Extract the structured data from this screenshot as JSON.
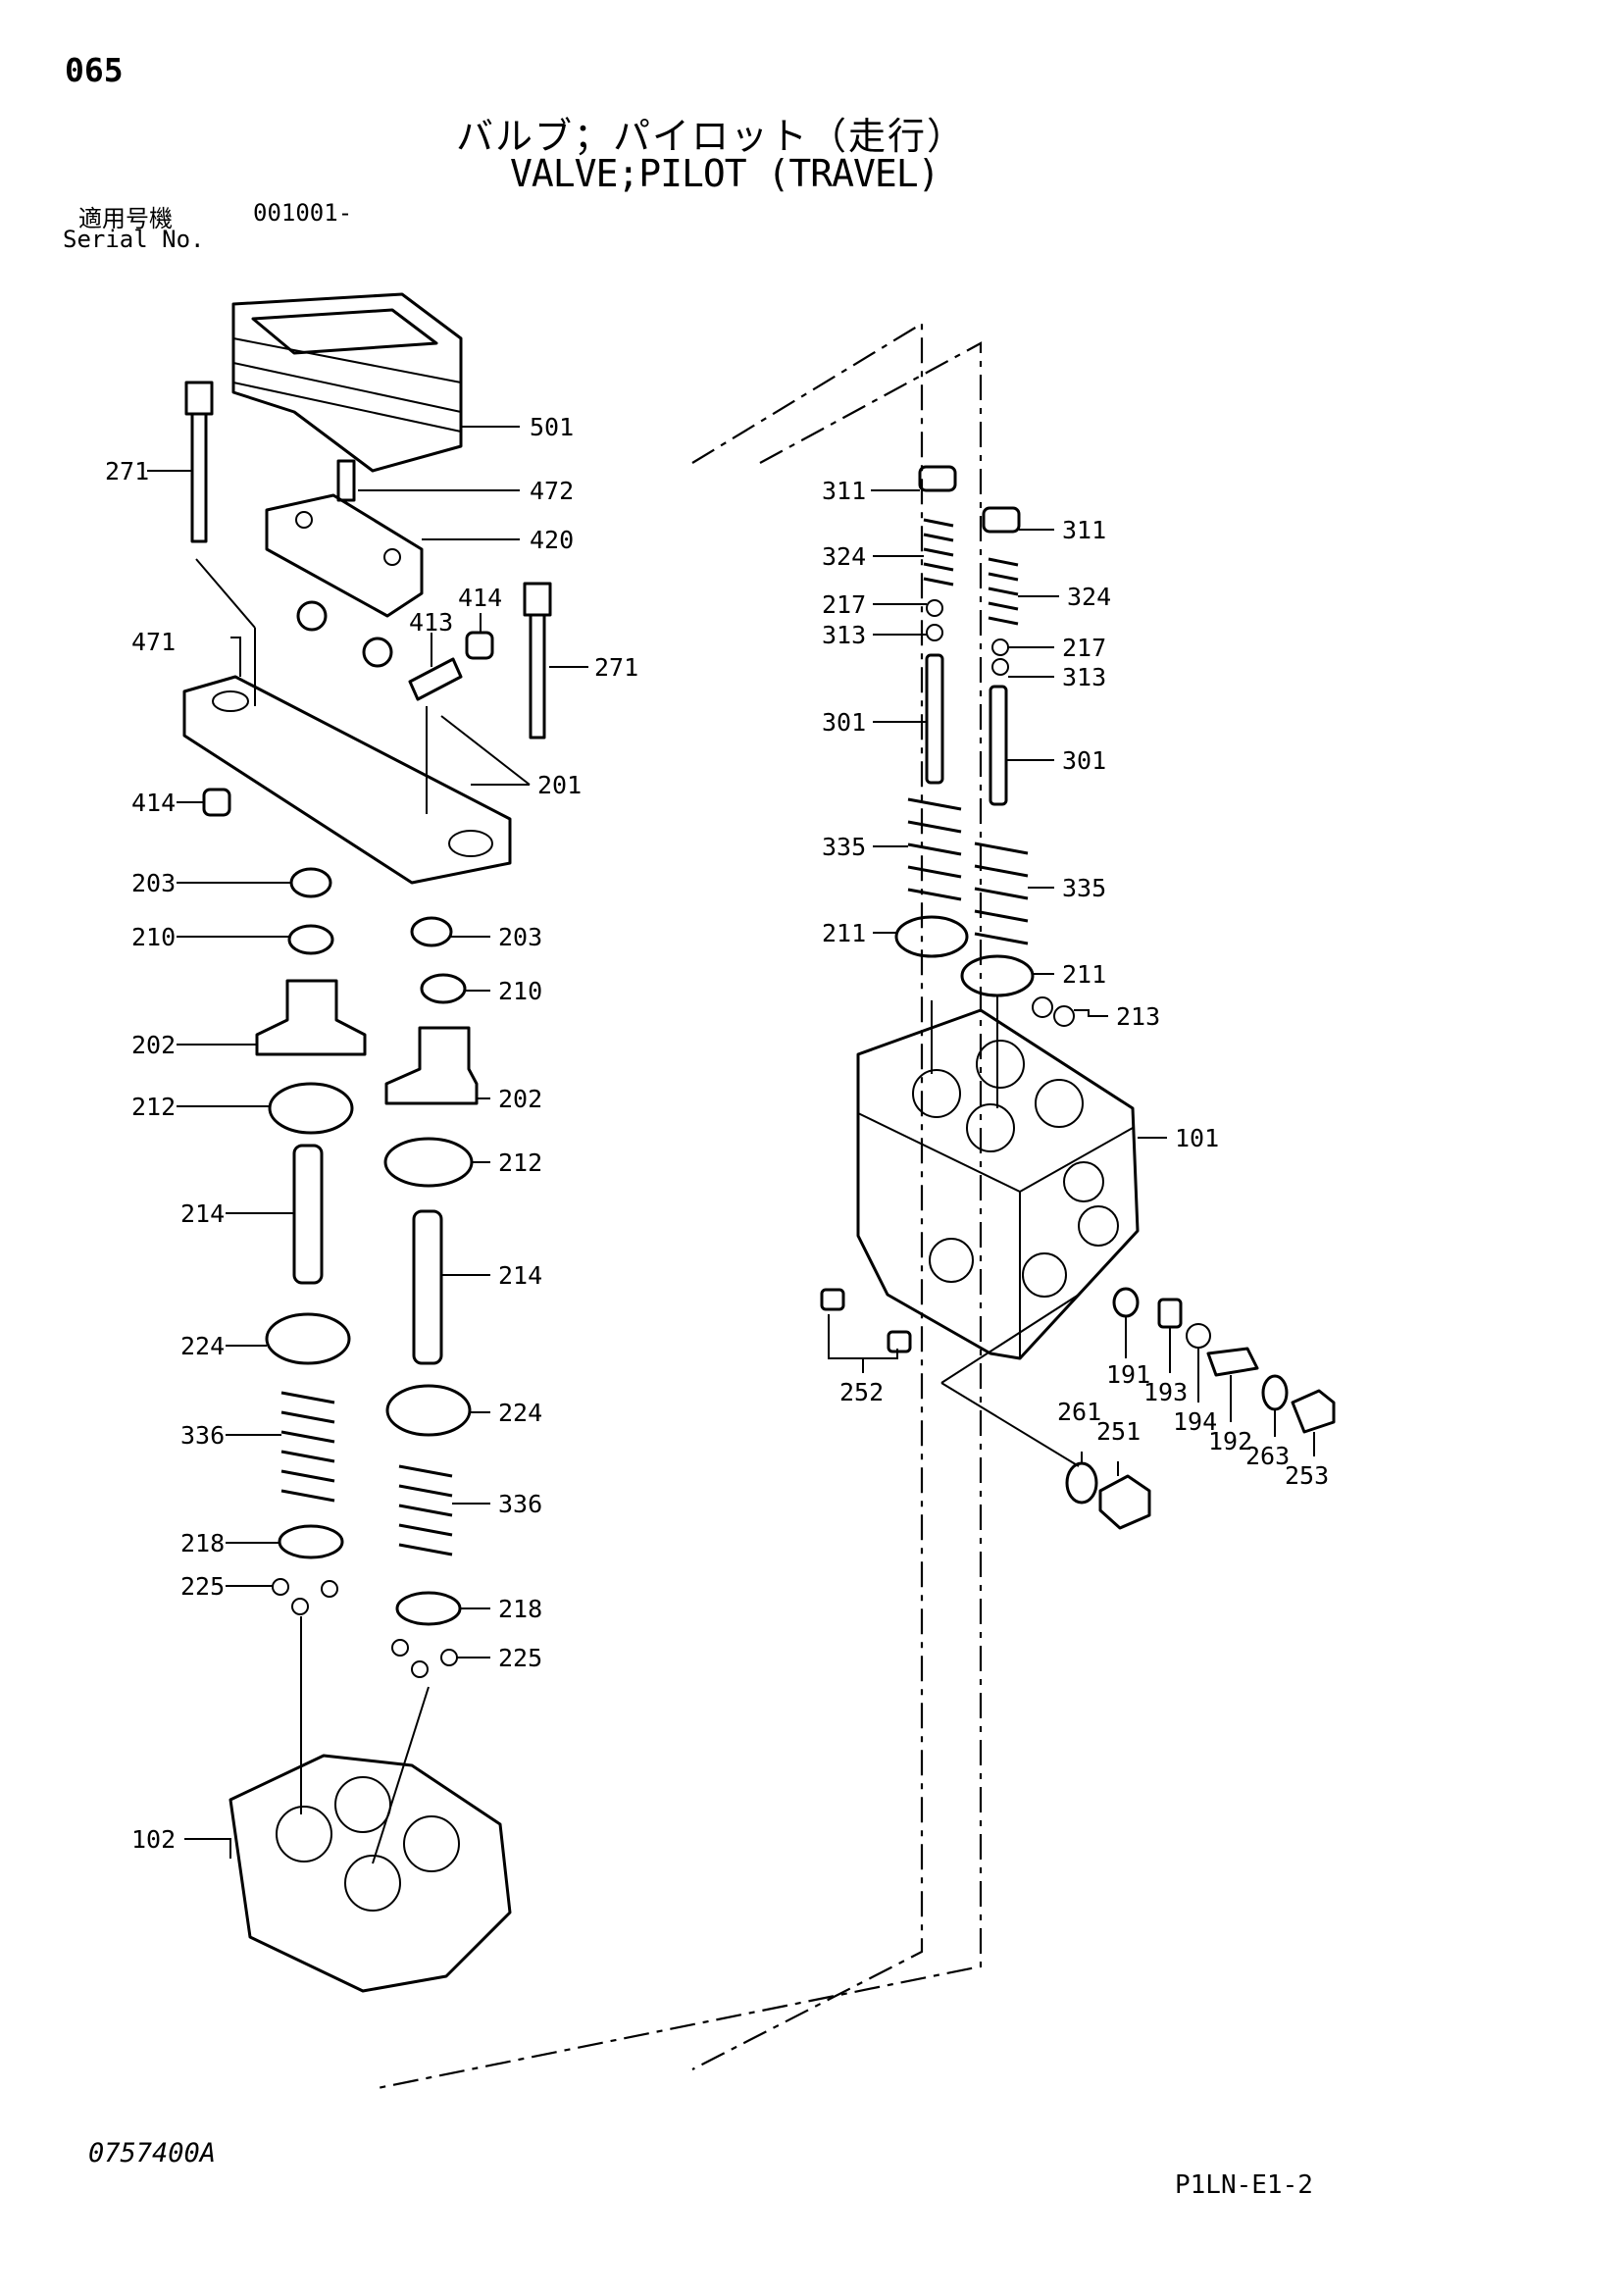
{
  "header": {
    "page_number": "065",
    "title_jp": "バルブ；パイロット（走行）",
    "title_en": "VALVE;PILOT (TRAVEL)",
    "serial_label_jp": "適用号機",
    "serial_value": "001001-",
    "serial_label_en": "Serial No."
  },
  "footer": {
    "drawing_id": "0757400A",
    "sheet_code": "P1LN-E1-2"
  },
  "callouts": {
    "c501": "501",
    "c472": "472",
    "c420": "420",
    "c271a": "271",
    "c271b": "271",
    "c471": "471",
    "c413": "413",
    "c414a": "414",
    "c414b": "414",
    "c201": "201",
    "c203a": "203",
    "c203b": "203",
    "c210a": "210",
    "c210b": "210",
    "c202a": "202",
    "c202b": "202",
    "c212a": "212",
    "c212b": "212",
    "c214a": "214",
    "c214b": "214",
    "c224a": "224",
    "c224b": "224",
    "c336a": "336",
    "c336b": "336",
    "c218a": "218",
    "c218b": "218",
    "c225a": "225",
    "c225b": "225",
    "c102": "102",
    "c311a": "311",
    "c311b": "311",
    "c324a": "324",
    "c324b": "324",
    "c217a": "217",
    "c217b": "217",
    "c313a": "313",
    "c313b": "313",
    "c301a": "301",
    "c301b": "301",
    "c335a": "335",
    "c335b": "335",
    "c211a": "211",
    "c211b": "211",
    "c213": "213",
    "c101": "101",
    "c191": "191",
    "c193": "193",
    "c194": "194",
    "c192": "192",
    "c263": "263",
    "c253": "253",
    "c261": "261",
    "c251": "251",
    "c252": "252"
  }
}
